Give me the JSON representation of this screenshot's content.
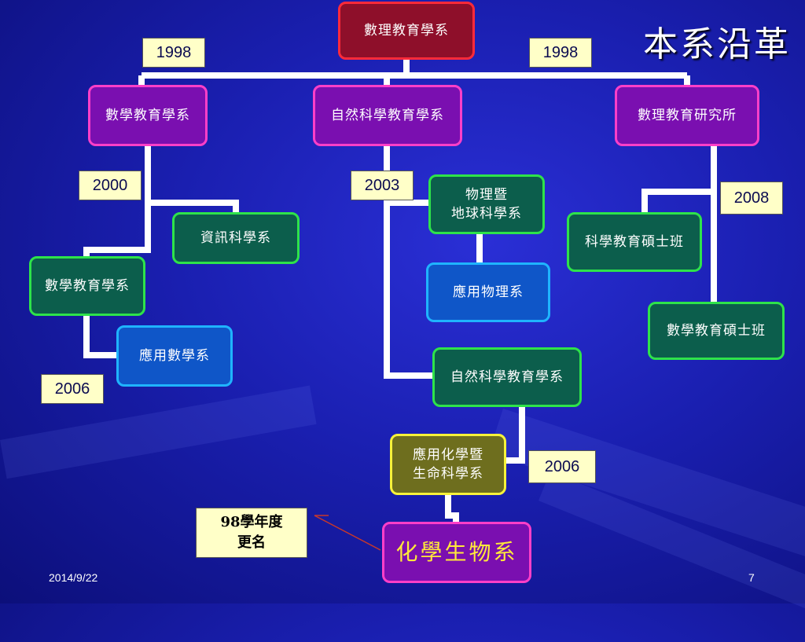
{
  "slide_title": "本系沿革",
  "nodes": {
    "root": "數理教育學系",
    "math_edu": "數學教育學系",
    "nat_sci_edu": "自然科學教育學系",
    "grad_inst": "數理教育研究所",
    "info_sci": "資訊科學系",
    "math_edu_2": "數學教育學系",
    "applied_math": "應用數學系",
    "phys_earth": "物理暨\n地球科學系",
    "applied_phys": "應用物理系",
    "nat_sci_edu_2": "自然科學教育學系",
    "applied_chem_life": "應用化學暨\n生命科學系",
    "chem_bio": "化學生物系",
    "sci_edu_master": "科學教育碩士班",
    "math_edu_master": "數學教育碩士班"
  },
  "years": {
    "y1998_left": "1998",
    "y1998_right": "1998",
    "y2000": "2000",
    "y2003": "2003",
    "y2006_left": "2006",
    "y2006_right": "2006",
    "y2008": "2008"
  },
  "note": "98學年度\n更名",
  "colors": {
    "root": "#8e0f2a",
    "level1": "#7a0fb0",
    "green": "#0c5e4c",
    "blue": "#0f56c8",
    "olive": "#6e6e1e",
    "connector": "#ffffff",
    "year_box": "#ffffc8"
  },
  "footer": {
    "date": "2014/9/22",
    "page": "7"
  }
}
